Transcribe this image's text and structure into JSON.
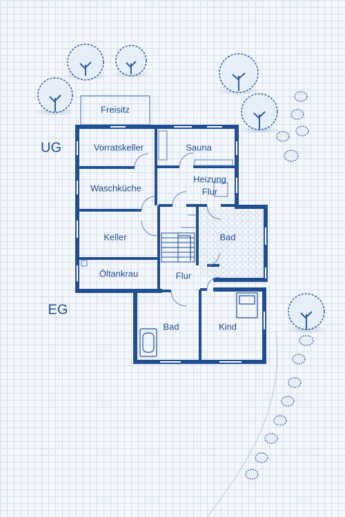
{
  "levels": {
    "ug": "UG",
    "eg": "EG"
  },
  "rooms": {
    "freisitz": "Freisitz",
    "vorratskeller": "Vorratskeller",
    "sauna": "Sauna",
    "waschkueche": "Waschküche",
    "heizung": "Heizung",
    "flur_ug": "Flur",
    "keller": "Keller",
    "bad_ug": "Bad",
    "oeltankraum": "Öltankrau",
    "flur_eg": "Flur",
    "bad_eg": "Bad",
    "kind": "Kind"
  },
  "colors": {
    "wall": "#1f4e91",
    "line": "#5b85bf",
    "tree": "#2d5c9e"
  }
}
